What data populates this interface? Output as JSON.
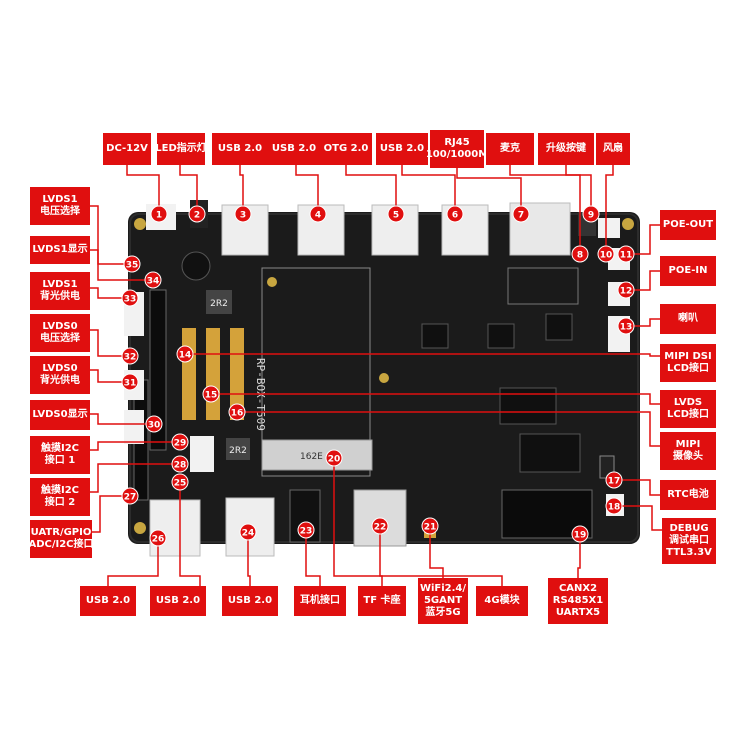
{
  "diagram": {
    "board_silkscreen": "RP-BOX-T509",
    "chip_text": "2R2",
    "card_slot_text": "162E",
    "top_labels": {
      "dc": "DC-12V",
      "led": "LED指示灯",
      "usb_a": "USB 2.0",
      "usb_b": "USB 2.0",
      "otg": "OTG 2.0",
      "usb_c": "USB 2.0",
      "rj45": [
        "RJ45",
        "100/1000M"
      ],
      "mic": "麦克",
      "upgrade": "升级按键",
      "fan": "风扇"
    },
    "left_labels": {
      "lvds1_volt": [
        "LVDS1",
        "电压选择"
      ],
      "lvds1_disp": "LVDS1显示",
      "lvds1_bl": [
        "LVDS1",
        "背光供电"
      ],
      "lvds0_volt": [
        "LVDS0",
        "电压选择"
      ],
      "lvds0_bl": [
        "LVDS0",
        "背光供电"
      ],
      "lvds0_disp": "LVDS0显示",
      "i2c1": [
        "触摸I2C",
        "接口 1"
      ],
      "i2c2": [
        "触摸I2C",
        "接口 2"
      ],
      "uart": [
        "UATR/GPIO",
        "ADC/I2C接口"
      ]
    },
    "right_labels": {
      "poe_out": "POE-OUT",
      "poe_in": "POE-IN",
      "speaker": "喇叭",
      "mipi_dsi": [
        "MIPI DSI",
        "LCD接口"
      ],
      "lvds_lcd": [
        "LVDS",
        "LCD接口"
      ],
      "mipi_cam": [
        "MIPI",
        "摄像头"
      ],
      "rtc": "RTC电池",
      "debug": [
        "DEBUG",
        "调试串口",
        "TTL3.3V"
      ]
    },
    "bottom_labels": {
      "usb_d": "USB 2.0",
      "usb_e": "USB 2.0",
      "usb_f": "USB 2.0",
      "earphone": "耳机接口",
      "tf": "TF 卡座",
      "wifi": [
        "WiFi2.4/",
        "5GANT",
        "蓝牙5G"
      ],
      "4g": "4G模块",
      "can": [
        "CANX2",
        "RS485X1",
        "UARTX5"
      ]
    },
    "markers": [
      "1",
      "2",
      "3",
      "4",
      "5",
      "6",
      "7",
      "8",
      "9",
      "10",
      "11",
      "12",
      "13",
      "14",
      "15",
      "16",
      "17",
      "18",
      "19",
      "20",
      "21",
      "22",
      "23",
      "24",
      "25",
      "26",
      "27",
      "28",
      "29",
      "30",
      "31",
      "32",
      "33",
      "34",
      "35"
    ],
    "colors": {
      "accent": "#e00f0f",
      "board": "#1b1b1b"
    }
  }
}
